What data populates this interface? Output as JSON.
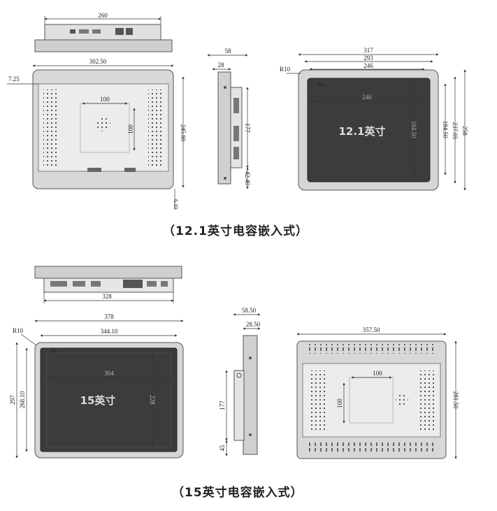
{
  "section_121": {
    "caption": "（12.1英寸电容嵌入式）",
    "screen_label": "12.1英寸",
    "dims": {
      "top_width": "260",
      "back_width": "302.50",
      "back_offset": "7.25",
      "vesa_h": "100",
      "vesa_v": "100",
      "back_height": "245.80",
      "bottom_gap": "6.10",
      "side_depth": "58",
      "side_inner": "28",
      "side_height": "177",
      "side_bottom": "42.40",
      "front_width": "317",
      "front_inner": "293",
      "front_active": "246",
      "front_active_inner": "246",
      "front_active_h": "184.50",
      "front_active_h2": "184.50",
      "front_inner_h": "237.05",
      "front_height": "258",
      "radius_outer": "R10",
      "radius_inner": "R9"
    }
  },
  "section_15": {
    "caption": "（15英寸电容嵌入式）",
    "screen_label": "15英寸",
    "dims": {
      "top_width": "328",
      "front_width": "378",
      "front_inner": "344.10",
      "front_active": "304",
      "front_active_h": "228",
      "front_inner_h": "268.10",
      "front_height": "297",
      "radius_outer": "R10",
      "radius_inner": "R6",
      "side_depth": "58.50",
      "side_inner": "28.50",
      "side_height": "177",
      "side_bottom": "45",
      "back_width": "357.50",
      "back_height": "281.50",
      "vesa_h": "100",
      "vesa_v": "100"
    }
  },
  "colors": {
    "frame": "#d6d6d6",
    "screen": "#3c3c3c",
    "screen_label": "#dedede",
    "line": "#333333"
  }
}
